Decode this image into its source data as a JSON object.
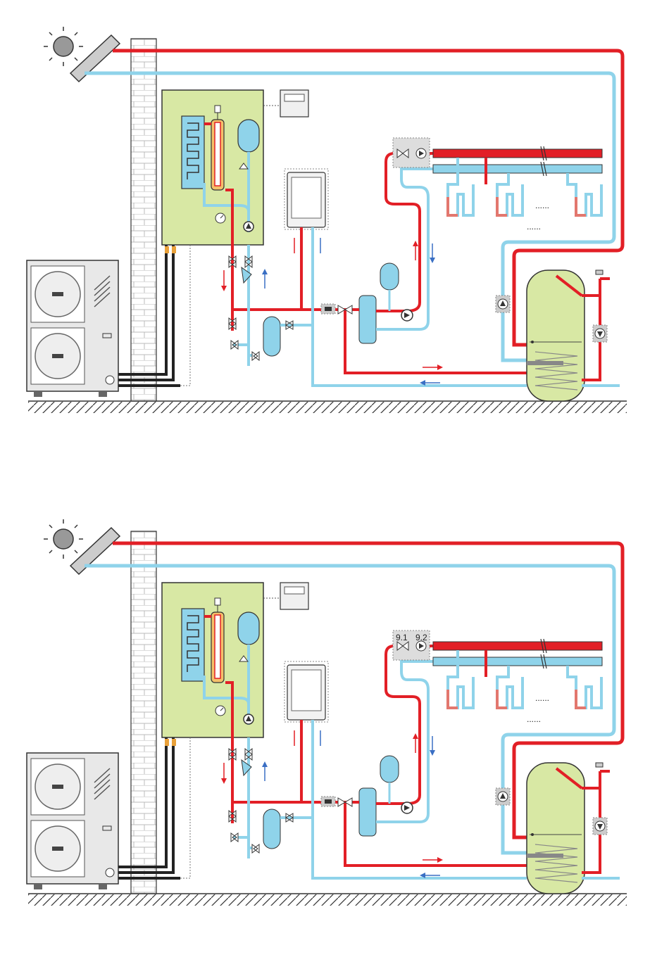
{
  "colors": {
    "hot": "#e21f26",
    "cold": "#8fd3ea",
    "cold_arrow": "#3a6fc4",
    "panel": "#d8e8a4",
    "wall": "#ffffff",
    "grey": "#bfbfbf",
    "black": "#222222"
  },
  "diagrams": [
    {
      "id": "top",
      "labels": {
        "valve_label_1": "",
        "valve_label_2": "",
        "dots_1": "......",
        "dots_2": "......"
      }
    },
    {
      "id": "bottom",
      "labels": {
        "valve_label_1": "9.1",
        "valve_label_2": "9.2",
        "dots_1": "......",
        "dots_2": "......"
      }
    }
  ]
}
